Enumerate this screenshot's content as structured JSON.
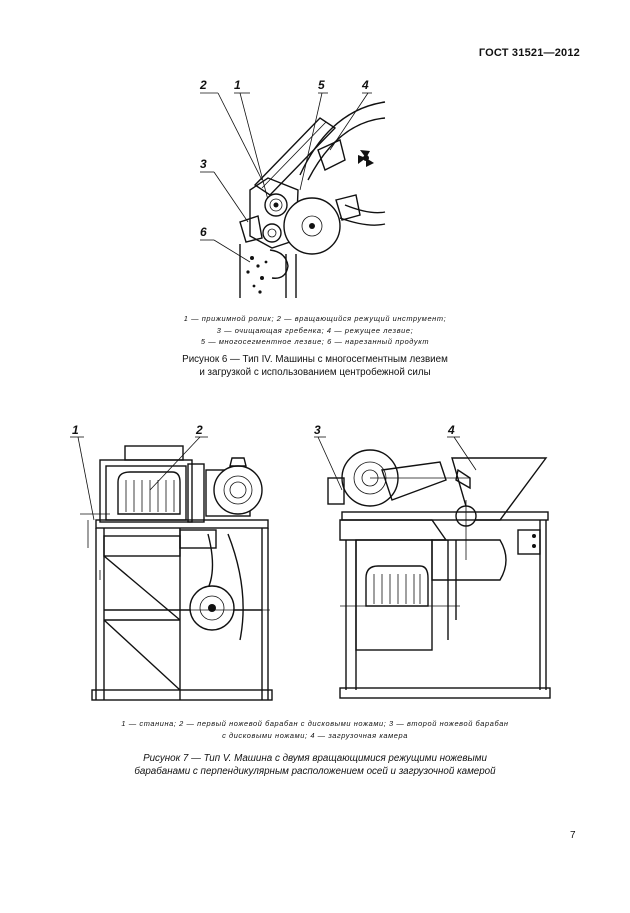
{
  "header": {
    "standard": "ГОСТ 31521—2012"
  },
  "figure6": {
    "callouts": [
      "2",
      "1",
      "5",
      "4",
      "3",
      "6"
    ],
    "legend": [
      "1 — прижимной ролик; 2 — вращающийся режущий инструмент;",
      "3 — очищающая гребенка; 4 — режущее лезвие;",
      "5 — многосегментное лезвие; 6 — нарезанный продукт"
    ],
    "caption": [
      "Рисунок 6 — Тип IV. Машины с многосегментным лезвием",
      "и загрузкой с использованием центробежной силы"
    ]
  },
  "figure7": {
    "callouts": [
      "1",
      "2",
      "3",
      "4"
    ],
    "legend": [
      "1 — станина; 2 — первый ножевой барабан с дисковыми ножами; 3 — второй ножевой барабан",
      "с дисковыми ножами; 4 — загрузочная камера"
    ],
    "caption": [
      "Рисунок 7 — Тип V. Машина с двумя вращающимися режущими ножевыми",
      "барабанами с перпендикулярным расположением осей и загрузочной камерой"
    ]
  },
  "footer": {
    "page_number": "7"
  }
}
